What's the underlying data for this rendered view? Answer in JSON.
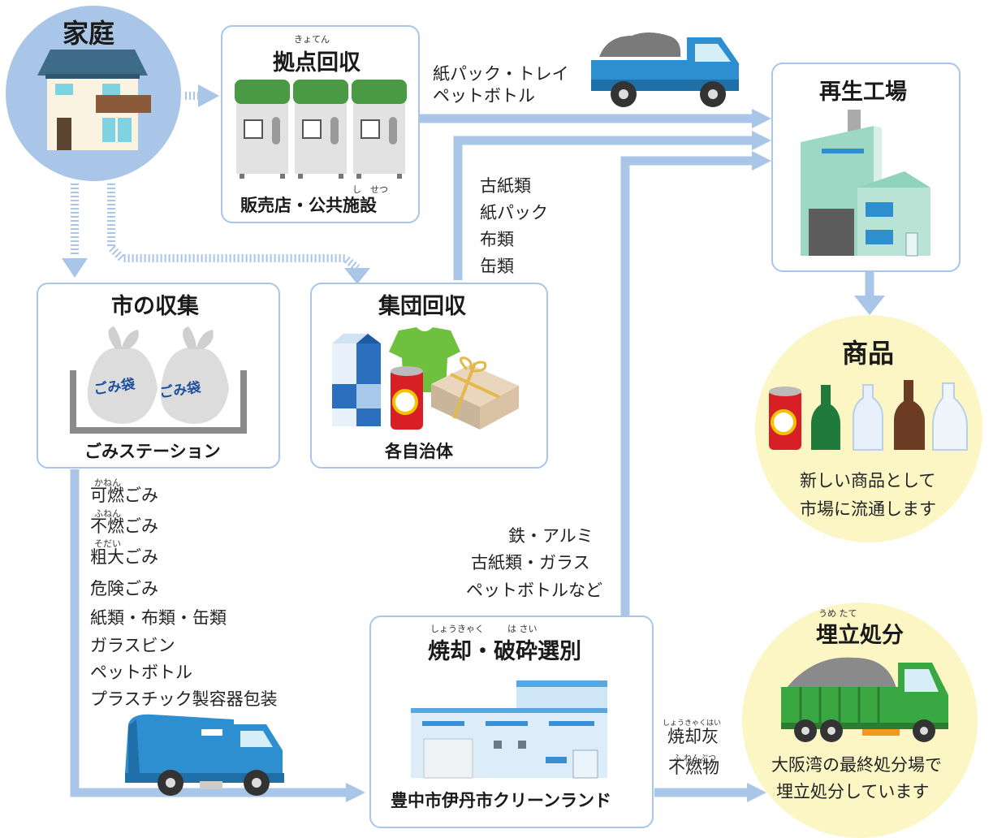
{
  "home": {
    "title": "家庭"
  },
  "kyoten": {
    "ruby": "きょてん",
    "title": "拠点回収",
    "footer": "販売店・公共施設",
    "footer_ruby": "し　せつ"
  },
  "kyoten_items": [
    "紙パック・トレイ",
    "ペットボトル"
  ],
  "factory": {
    "title": "再生工場"
  },
  "shi": {
    "title": "市の収集",
    "bag1": "ごみ袋",
    "bag2": "ごみ袋",
    "footer": "ごみステーション"
  },
  "shudan": {
    "title": "集団回収",
    "footer": "各自治体"
  },
  "shudan_items": [
    "古紙類",
    "紙パック",
    "布類",
    "缶類"
  ],
  "product": {
    "title": "商品",
    "text1": "新しい商品として",
    "text2": "市場に流通します"
  },
  "city_items": [
    {
      "ruby": "かねん",
      "text": "可燃ごみ"
    },
    {
      "ruby": "ふねん",
      "text": "不燃ごみ"
    },
    {
      "ruby": "そだい",
      "text": "粗大ごみ"
    },
    {
      "ruby": "",
      "text": "危険ごみ"
    },
    {
      "ruby": "",
      "text": "紙類・布類・缶類"
    },
    {
      "ruby": "",
      "text": "ガラスビン"
    },
    {
      "ruby": "",
      "text": "ペットボトル"
    },
    {
      "ruby": "",
      "text": "プラスチック製容器包装"
    }
  ],
  "recycle_items": [
    "鉄・アルミ",
    "古紙類・ガラス",
    "ペットボトルなど"
  ],
  "incinerate": {
    "ruby1": "しょうきゃく",
    "ruby2": "は さい",
    "title": "焼却・破砕選別",
    "footer": "豊中市伊丹市クリーンランド"
  },
  "ash": {
    "ruby1": "しょうきゃくはい",
    "text1": "焼却灰",
    "ruby2": "ふ ねんぶつ",
    "text2": "不燃物"
  },
  "landfill": {
    "ruby": "うめ たて",
    "title": "埋立処分",
    "text1": "大阪湾の最終処分場で",
    "text2": "埋立処分しています"
  },
  "colors": {
    "arrow": "#a9c6e8",
    "box_border": "#a9c6e8",
    "home_circle": "#a9c6e8",
    "yellow_circle": "#fbf6c4",
    "accent_green": "#4caf50"
  }
}
